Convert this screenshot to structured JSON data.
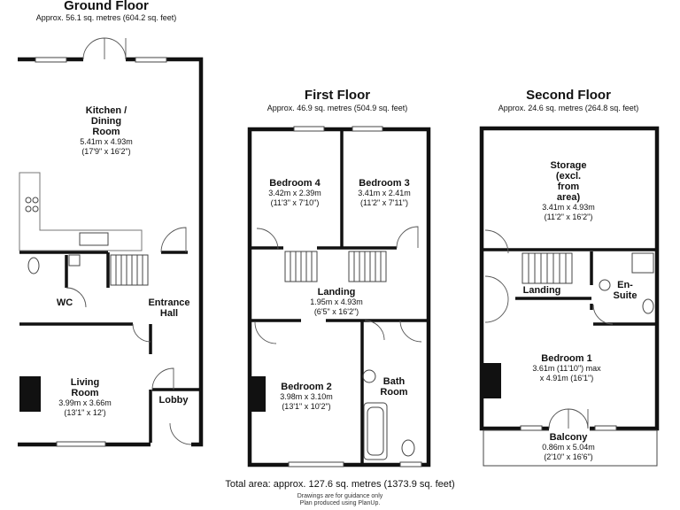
{
  "floors": {
    "ground": {
      "title": "Ground Floor",
      "area": "Approx. 56.1 sq. metres (604.2 sq. feet)",
      "rooms": {
        "kitchen": {
          "name_line1": "Kitchen /",
          "name_line2": "Dining",
          "name_line3": "Room",
          "dim_m": "5.41m x 4.93m",
          "dim_ft": "(17'9\" x 16'2\")"
        },
        "wc": {
          "name": "WC"
        },
        "entrance": {
          "name_line1": "Entrance",
          "name_line2": "Hall"
        },
        "living": {
          "name_line1": "Living",
          "name_line2": "Room",
          "dim_m": "3.99m x 3.66m",
          "dim_ft": "(13'1\" x 12')"
        },
        "lobby": {
          "name": "Lobby"
        }
      }
    },
    "first": {
      "title": "First Floor",
      "area": "Approx. 46.9 sq. metres (504.9 sq. feet)",
      "rooms": {
        "bed4": {
          "name": "Bedroom 4",
          "dim_m": "3.42m x 2.39m",
          "dim_ft": "(11'3\" x 7'10\")"
        },
        "bed3": {
          "name": "Bedroom 3",
          "dim_m": "3.41m x 2.41m",
          "dim_ft": "(11'2\" x 7'11\")"
        },
        "landing": {
          "name": "Landing",
          "dim_m": "1.95m x 4.93m",
          "dim_ft": "(6'5\" x 16'2\")"
        },
        "bed2": {
          "name": "Bedroom 2",
          "dim_m": "3.98m x 3.10m",
          "dim_ft": "(13'1\" x 10'2\")"
        },
        "bath": {
          "name_line1": "Bath",
          "name_line2": "Room"
        }
      }
    },
    "second": {
      "title": "Second Floor",
      "area": "Approx. 24.6 sq. metres (264.8 sq. feet)",
      "rooms": {
        "storage": {
          "name_line1": "Storage",
          "name_line2": "(excl.",
          "name_line3": "from",
          "name_line4": "area)",
          "dim_m": "3.41m x 4.93m",
          "dim_ft": "(11'2\" x 16'2\")"
        },
        "landing": {
          "name": "Landing"
        },
        "ensuite": {
          "name_line1": "En-",
          "name_line2": "Suite"
        },
        "bed1": {
          "name": "Bedroom 1",
          "dim_m": "3.61m (11'10\") max",
          "dim_ft": "x 4.91m (16'1\")"
        },
        "balcony": {
          "name": "Balcony",
          "dim_m": "0.86m x 5.04m",
          "dim_ft": "(2'10\" x 16'6\")"
        }
      }
    }
  },
  "footer": {
    "total": "Total area: approx. 127.6 sq. metres (1373.9 sq. feet)",
    "note1": "Drawings are for guidance only",
    "note2": "Plan produced using PlanUp."
  }
}
